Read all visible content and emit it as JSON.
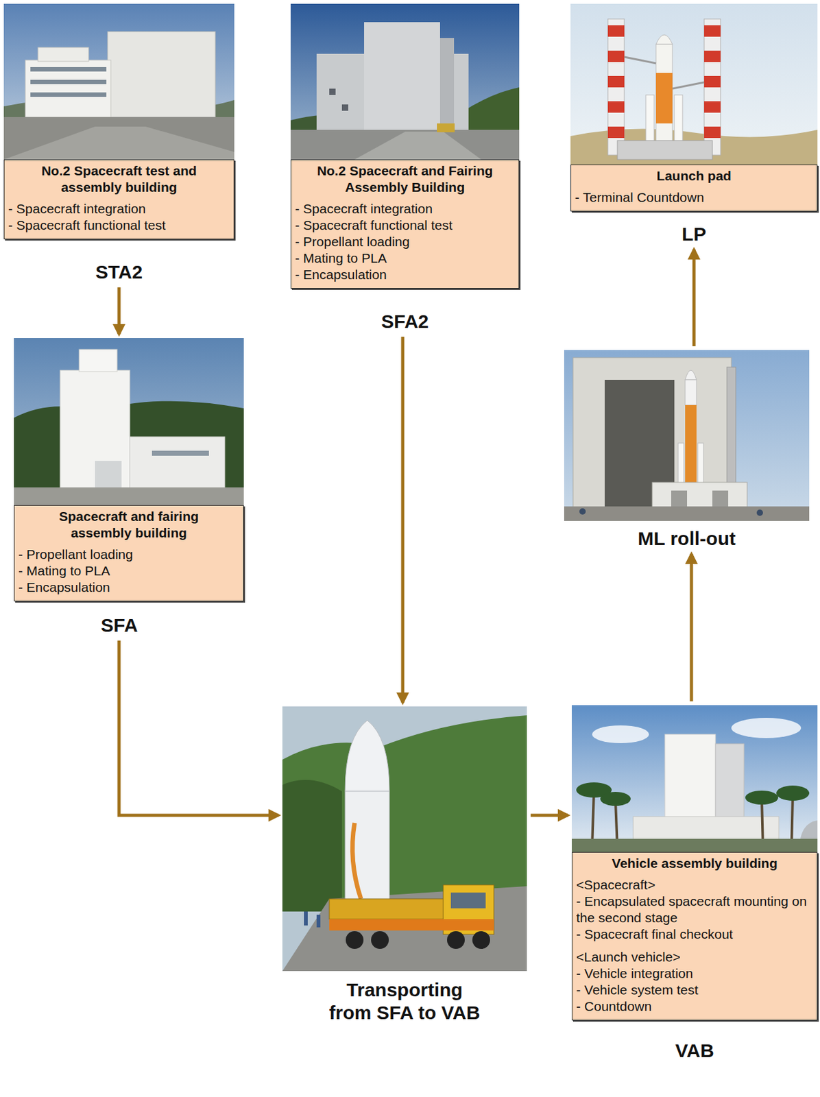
{
  "diagram": {
    "nodes": [
      {
        "text": [
          "No.2 Spacecraft test and assembly building",
          "- Spacecraft integration",
          "- Spacecraft functional test",
          "STA2"
        ]
      },
      {
        "text": [
          "No.2 Spacecraft and Fairing Assembly Building",
          "- Spacecraft integration",
          "- Spacecraft functional test",
          "- Propellant loading",
          "- Mating to PLA",
          "- Encapsulation",
          "SFA2"
        ]
      },
      {
        "text": [
          "Launch pad",
          "- Terminal Countdown",
          "LP"
        ]
      },
      {
        "text": [
          "Spacecraft and fairing assembly building",
          "- Propellant loading",
          "- Mating to PLA",
          "- Encapsulation",
          "SFA"
        ]
      },
      {
        "text": [
          "ML roll-out"
        ]
      },
      {
        "text": [
          "Transporting from SFA to VAB"
        ]
      },
      {
        "text": [
          "Vehicle assembly building",
          "<Spacecraft>",
          "- Encapsulated spacecraft mounting on the second stage",
          "- Spacecraft final checkout",
          "<Launch vehicle>",
          "- Vehicle integration",
          "- Vehicle system test",
          "- Countdown",
          "VAB"
        ]
      }
    ],
    "edges": [
      {
        "from": 0,
        "to": 3,
        "arrow": "to"
      },
      {
        "from": 3,
        "to": 5,
        "arrow": "to"
      },
      {
        "from": 1,
        "to": 5,
        "arrow": "to"
      },
      {
        "from": 5,
        "to": 6,
        "arrow": "to"
      },
      {
        "from": 6,
        "to": 4,
        "arrow": "to"
      },
      {
        "from": 4,
        "to": 2,
        "arrow": "to"
      }
    ]
  }
}
